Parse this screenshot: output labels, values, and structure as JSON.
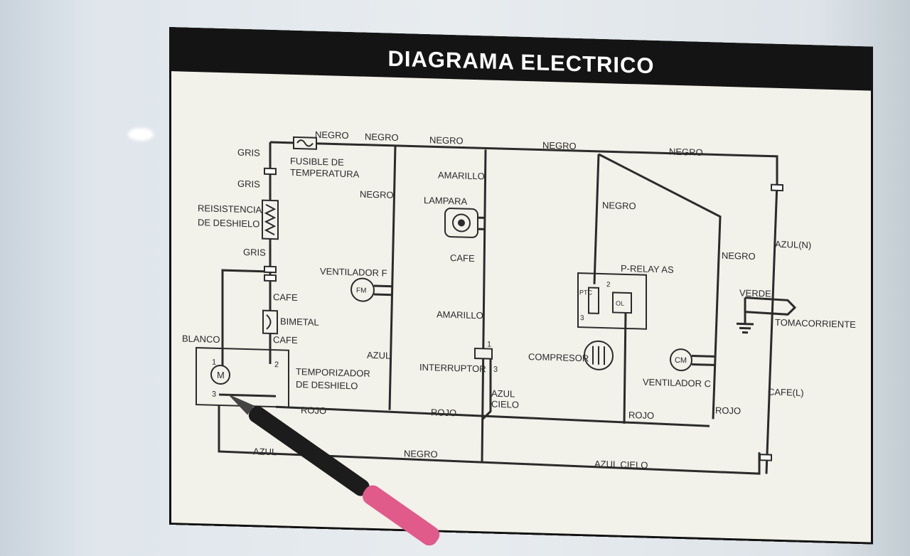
{
  "title": "DIAGRAMA ELECTRICO",
  "labels": {
    "negro_1": "NEGRO",
    "negro_2": "NEGRO",
    "negro_3": "NEGRO",
    "negro_4": "NEGRO",
    "negro_5": "NEGRO",
    "negro_vent": "NEGRO",
    "negro_comp": "NEGRO",
    "negro_right": "NEGRO",
    "negro_bottom": "NEGRO",
    "gris_1": "GRIS",
    "gris_2": "GRIS",
    "gris_3": "GRIS",
    "fusible_1": "FUSIBLE DE",
    "fusible_2": "TEMPERATURA",
    "resistencia_1": "REISISTENCIA",
    "resistencia_2": "DE DESHIELO",
    "amarillo_1": "AMARILLO",
    "amarillo_2": "AMARILLO",
    "lampara": "LAMPARA",
    "cafe_lamp": "CAFE",
    "ventilador_f": "VENTILADOR F",
    "fm": "FM",
    "cafe_1": "CAFE",
    "cafe_2": "CAFE",
    "bimetal": "BIMETAL",
    "blanco": "BLANCO",
    "azul_vent": "AZUL",
    "interruptor": "INTERRUPTOR",
    "azul_cielo_1": "AZUL",
    "azul_cielo_2": "CIELO",
    "temporizador_1": "TEMPORIZADOR",
    "temporizador_2": "DE DESHIELO",
    "motor_m": "M",
    "pin_1": "1",
    "pin_2": "2",
    "pin_3": "3",
    "int_pin_1": "1",
    "int_pin_3": "3",
    "rojo_1": "ROJO",
    "rojo_2": "ROJO",
    "rojo_3": "ROJO",
    "rojo_4": "ROJO",
    "azul_bottom": "AZUL",
    "azul_cielo_bottom": "AZUL CIELO",
    "p_relay": "P-RELAY AS",
    "ptc": "PTC",
    "ol": "OL",
    "relay_pin_2": "2",
    "relay_pin_3": "3",
    "compresor": "COMPRESOR",
    "cm": "CM",
    "ventilador_c": "VENTILADOR C",
    "azul_n": "AZUL(N)",
    "verde": "VERDE",
    "tomacorriente": "TOMACORRIENTE",
    "cafe_l": "CAFE(L)"
  }
}
